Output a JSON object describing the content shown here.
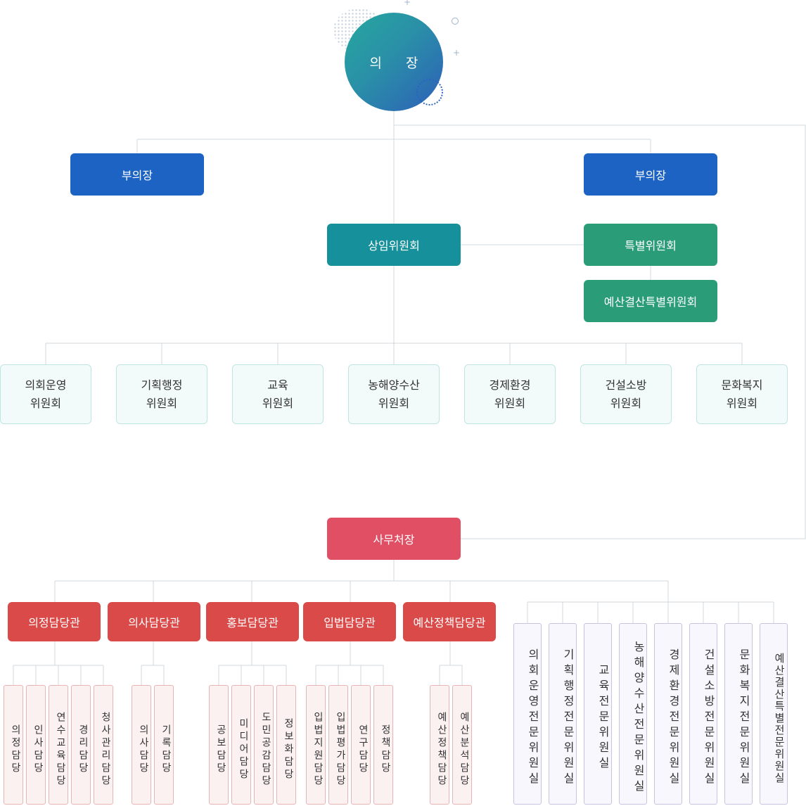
{
  "chair": {
    "label": "의 장"
  },
  "vice_chairs": [
    {
      "label": "부의장"
    },
    {
      "label": "부의장"
    }
  ],
  "standing_committee": {
    "label": "상임위원회"
  },
  "special_committees": [
    {
      "label": "특별위원회"
    },
    {
      "label": "예산결산특별위원회"
    }
  ],
  "committees": [
    {
      "line1": "의회운영",
      "line2": "위원회"
    },
    {
      "line1": "기획행정",
      "line2": "위원회"
    },
    {
      "line1": "교육",
      "line2": "위원회"
    },
    {
      "line1": "농해양수산",
      "line2": "위원회"
    },
    {
      "line1": "경제환경",
      "line2": "위원회"
    },
    {
      "line1": "건설소방",
      "line2": "위원회"
    },
    {
      "line1": "문화복지",
      "line2": "위원회"
    }
  ],
  "secretary_general": {
    "label": "사무처장"
  },
  "offices": [
    {
      "label": "의정담당관",
      "units": [
        "의정담당",
        "인사담당",
        "연수교육담당",
        "경리담당",
        "청사관리담당"
      ]
    },
    {
      "label": "의사담당관",
      "units": [
        "의사담당",
        "기록담당"
      ]
    },
    {
      "label": "홍보담당관",
      "units": [
        "공보담당",
        "미디어담당",
        "도민공감담당",
        "정보화담당"
      ]
    },
    {
      "label": "입법담당관",
      "units": [
        "입법지원담당",
        "입법평가담당",
        "연구담당",
        "정책담당"
      ]
    },
    {
      "label": "예산정책담당관",
      "units": [
        "예산정책담당",
        "예산분석담당"
      ]
    }
  ],
  "expert_offices": [
    "의회운영전문위원실",
    "기획행정전문위원실",
    "교육전문위원실",
    "농해양수산전문위원실",
    "경제환경전문위원실",
    "건설소방전문위원실",
    "문화복지전문위원실",
    "예산결산특별전문위원실"
  ],
  "colors": {
    "chair_gradient": [
      "#25a89e",
      "#2d5fb8"
    ],
    "vice_chair": "#1d63c3",
    "standing": "#16909a",
    "special": "#2a9d78",
    "secretary": "#e04f64",
    "office": "#d94a49",
    "connector": "#d3d8de"
  }
}
